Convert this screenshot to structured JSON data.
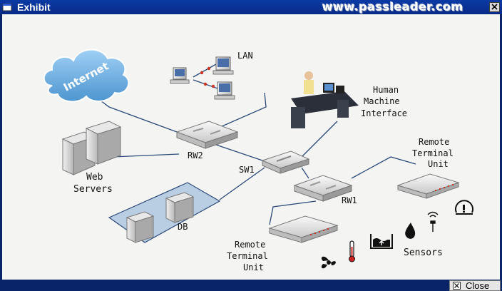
{
  "window": {
    "title": "Exhibit",
    "watermark": "www.passleader.com",
    "close_label": "Close"
  },
  "diagram": {
    "nodes": {
      "internet": "Internet",
      "lan": "LAN",
      "hmi_line1": "Human",
      "hmi_line2": "Machine",
      "hmi_line3": "Interface",
      "web_line1": "Web",
      "web_line2": "Servers",
      "rw2": "RW2",
      "sw1": "SW1",
      "rw1": "RW1",
      "db": "DB",
      "rtu_top_line1": "Remote",
      "rtu_top_line2": "Terminal",
      "rtu_top_line3": "Unit",
      "rtu_bottom_line1": "Remote",
      "rtu_bottom_line2": "Terminal",
      "rtu_bottom_line3": "Unit",
      "sensors": "Sensors"
    },
    "icons": [
      "window-icon",
      "cloud-icon",
      "workstation-icon",
      "operator-icon",
      "server-icon",
      "switch-icon",
      "database-icon",
      "rtu-icon",
      "fan-icon",
      "thermometer-icon",
      "tank-level-icon",
      "oil-drop-icon",
      "antenna-icon",
      "pressure-gauge-icon"
    ],
    "colors": {
      "link": "#2b4a7a",
      "cloud": "#6fb0e0",
      "db_zone": "#b9cde3",
      "background": "#f4f5f3"
    }
  }
}
